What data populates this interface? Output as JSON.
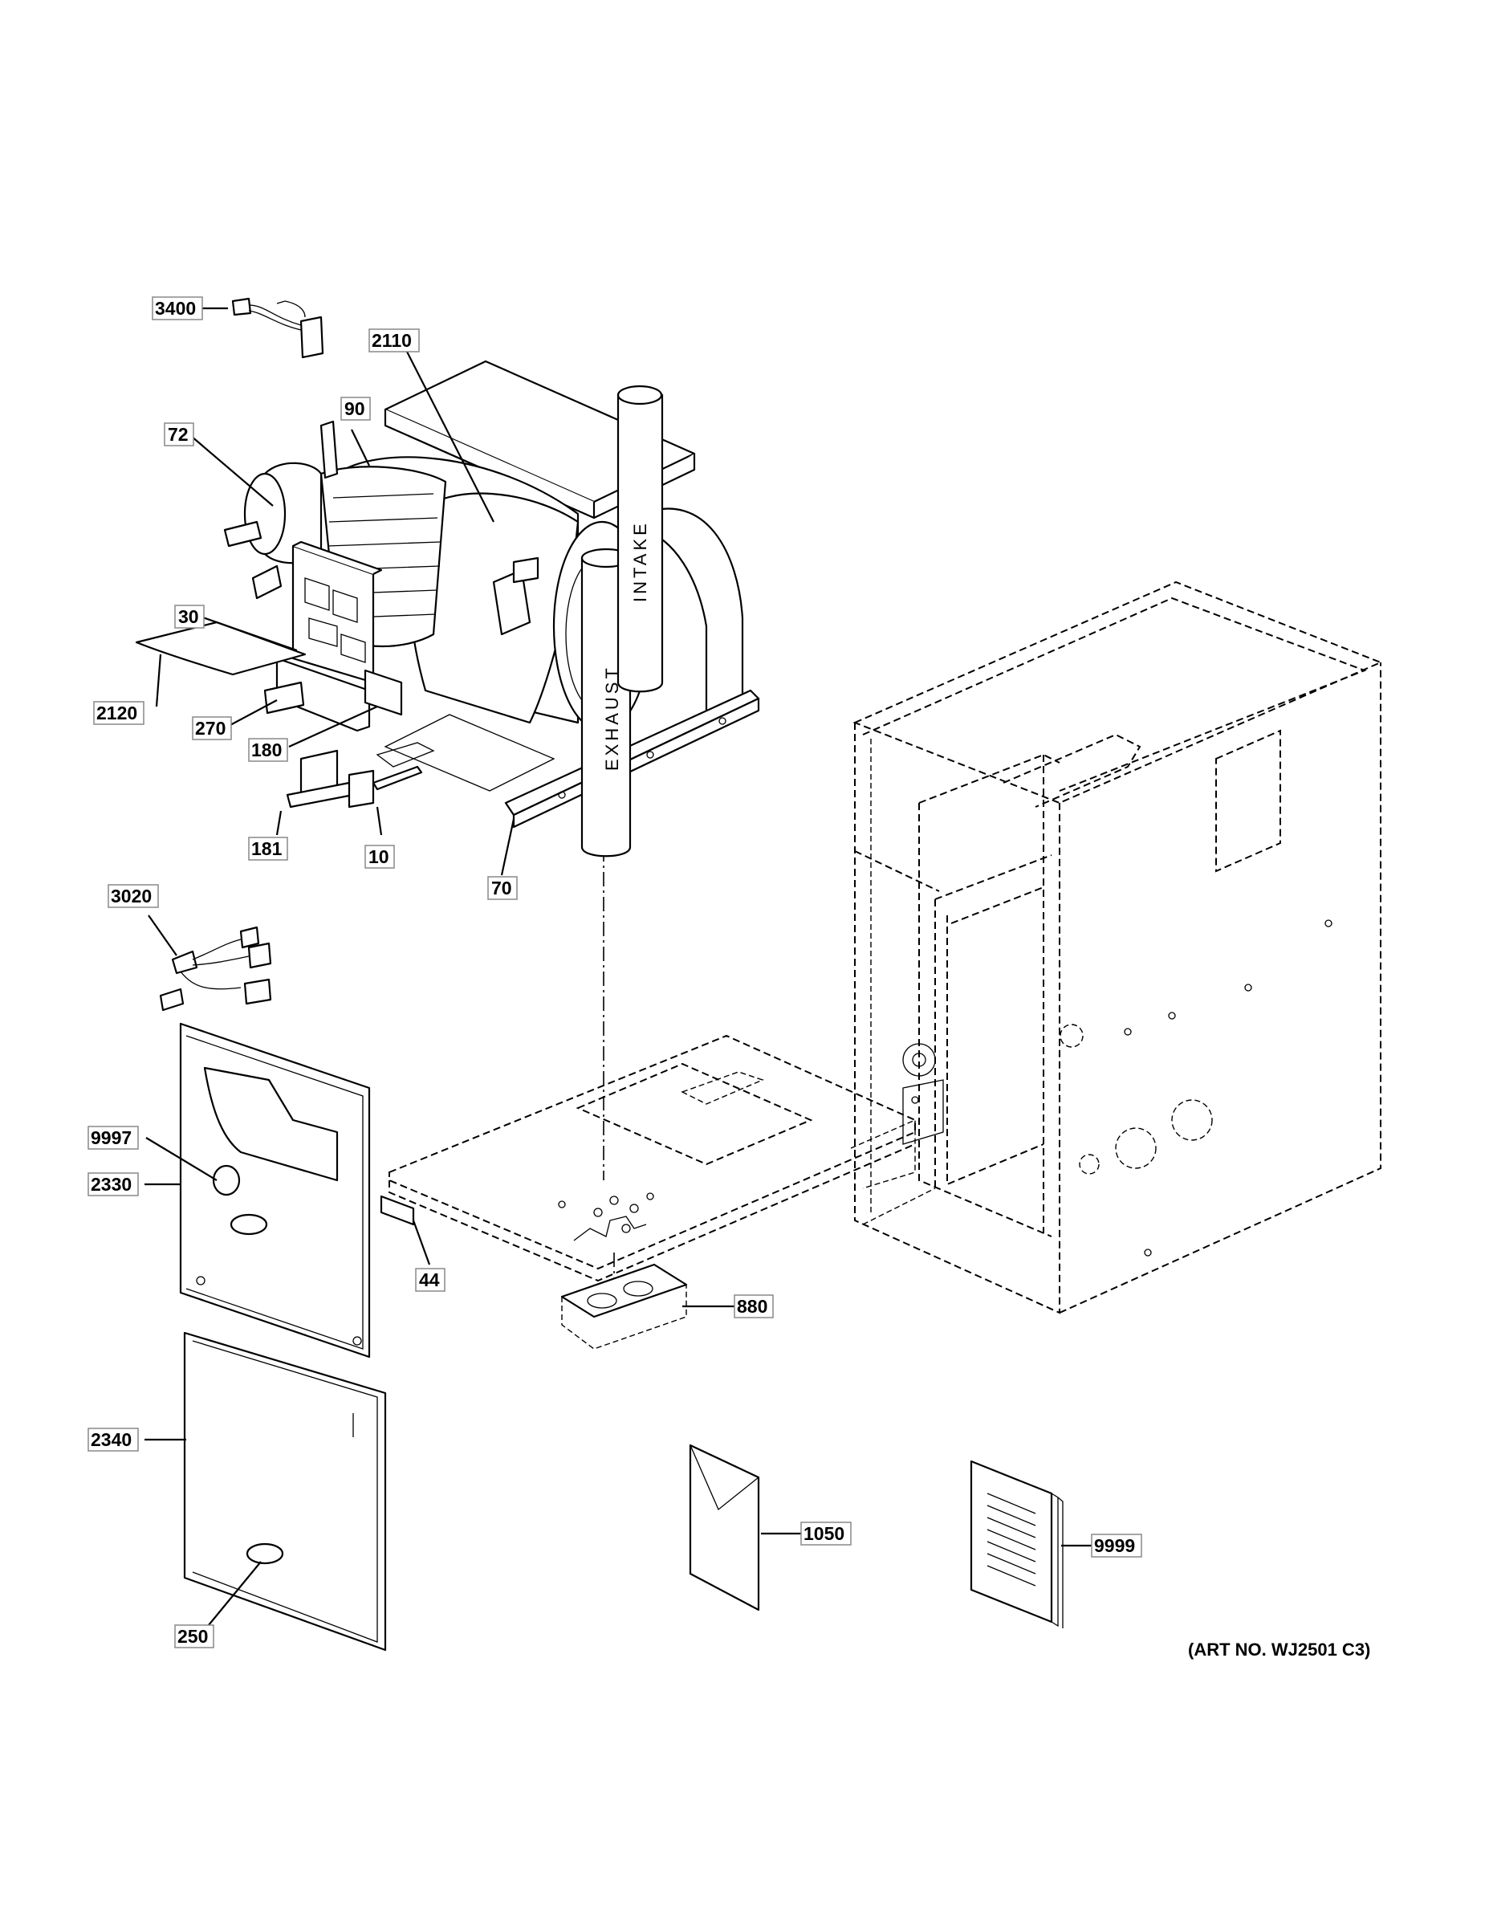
{
  "diagram": {
    "art_number": "(ART NO. WJ2501 C3)",
    "pipe_labels": {
      "intake": "INTAKE",
      "exhaust": "EXHAUST"
    },
    "parts": {
      "p3400": "3400",
      "p2110": "2110",
      "p90": "90",
      "p72": "72",
      "p30": "30",
      "p2120": "2120",
      "p270": "270",
      "p180": "180",
      "p181": "181",
      "p10": "10",
      "p70": "70",
      "p3020": "3020",
      "p9997": "9997",
      "p2330": "2330",
      "p44": "44",
      "p880": "880",
      "p2340": "2340",
      "p1050": "1050",
      "p9999": "9999",
      "p250": "250"
    }
  }
}
